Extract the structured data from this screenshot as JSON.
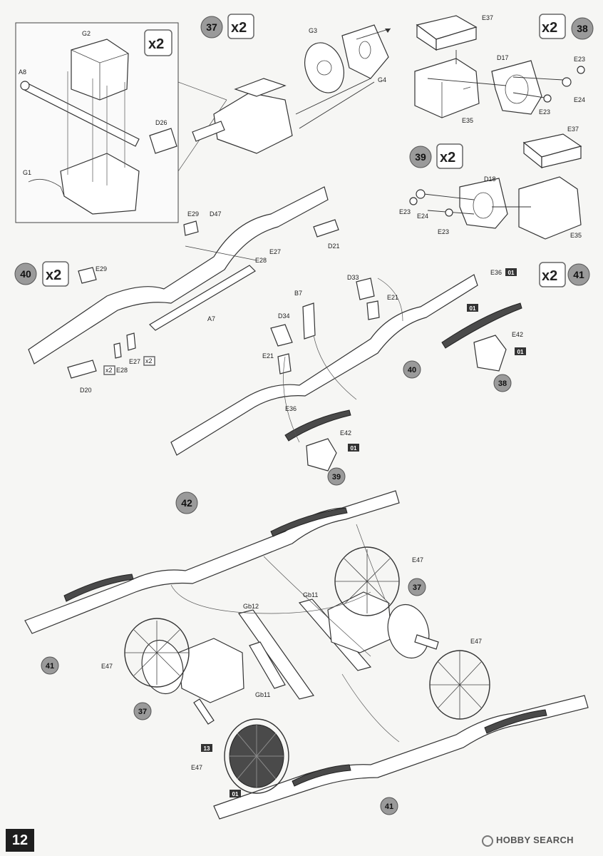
{
  "page": {
    "number": "12",
    "watermark": "HOBBY SEARCH"
  },
  "steps": [
    {
      "id": "37",
      "multiplier": "x2"
    },
    {
      "id": "38",
      "multiplier": "x2"
    },
    {
      "id": "39",
      "multiplier": "x2"
    },
    {
      "id": "40",
      "multiplier": "x2"
    },
    {
      "id": "41",
      "multiplier": "x2"
    },
    {
      "id": "42",
      "multiplier": ""
    }
  ],
  "step_refs": {
    "ref40": "40",
    "ref38": "38",
    "ref39": "39",
    "ref41a": "41",
    "ref41b": "41",
    "ref37a": "37",
    "ref37b": "37"
  },
  "paint_codes": {
    "p01": "01",
    "p13": "13"
  },
  "small_mult": {
    "x2": "x2"
  },
  "parts": {
    "A8": "A8",
    "G1": "G1",
    "G2": "G2",
    "G3": "G3",
    "G4": "G4",
    "D26": "D26",
    "E37": "E37",
    "D17": "D17",
    "E23": "E23",
    "E24": "E24",
    "E35": "E35",
    "D18": "D18",
    "E29": "E29",
    "D47": "D47",
    "D21": "D21",
    "E27": "E27",
    "E28": "E28",
    "A7": "A7",
    "D20": "D20",
    "D33": "D33",
    "B7": "B7",
    "E21": "E21",
    "D34": "D34",
    "E36": "E36",
    "E42": "E42",
    "E47": "E47",
    "Gb12": "Gb12",
    "Gb11": "Gb11"
  }
}
